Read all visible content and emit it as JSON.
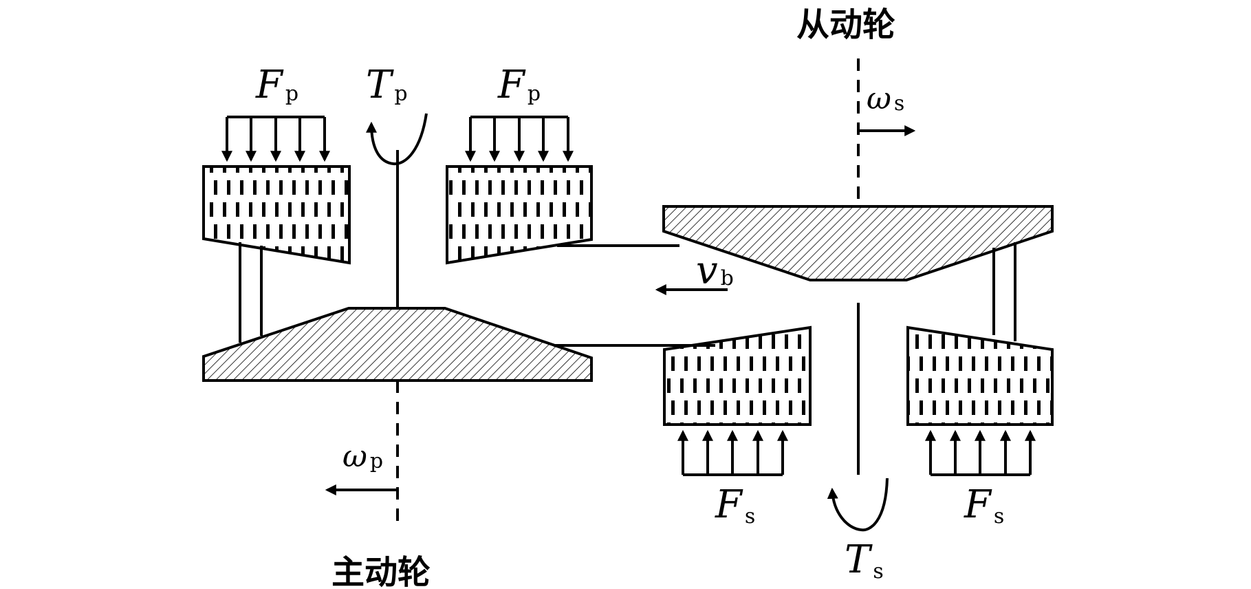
{
  "labels": {
    "driven_wheel": "从动轮",
    "driving_wheel": "主动轮",
    "F": "F",
    "T": "T",
    "omega": "ω",
    "v": "v",
    "sub_p": "p",
    "sub_s": "s",
    "sub_b": "b"
  },
  "colors": {
    "line": "#000000",
    "background": "#ffffff",
    "hatch": "#000000"
  }
}
